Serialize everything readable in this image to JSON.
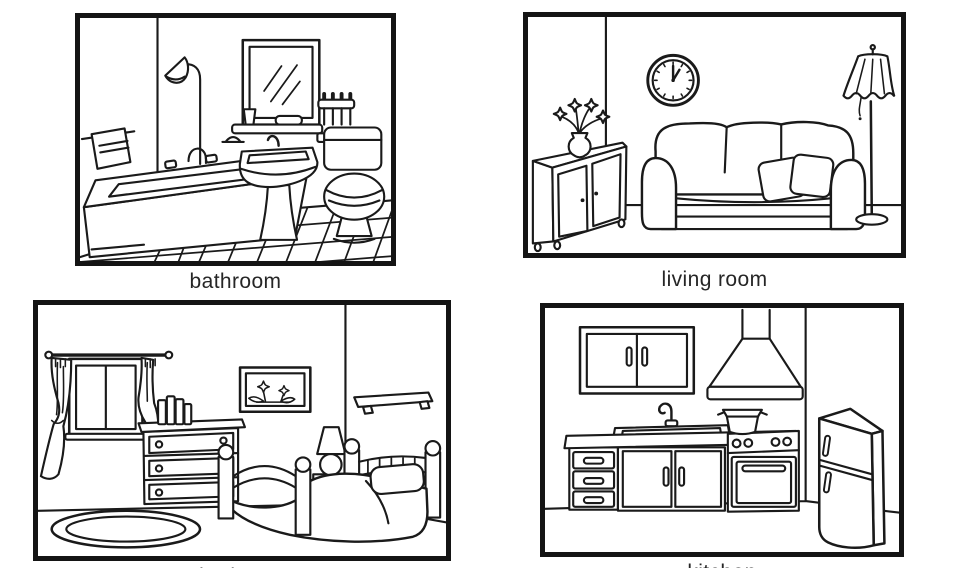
{
  "page": {
    "background_color": "#ffffff",
    "line_color": "#1a1a1a",
    "label_color": "#262626",
    "style": "black-and-white line drawings of rooms with labels"
  },
  "panels": [
    {
      "id": "bathroom",
      "label": "bathroom",
      "objects": [
        "shower",
        "towel",
        "bathtub",
        "faucet",
        "mirror",
        "shelf",
        "cup",
        "soap",
        "toothbrush-holder",
        "pedestal-sink",
        "toilet",
        "tiled-floor"
      ]
    },
    {
      "id": "living-room",
      "label": "living room",
      "objects": [
        "cabinet",
        "vase-of-flowers",
        "wall-clock",
        "sofa",
        "cushions",
        "floor-lamp"
      ]
    },
    {
      "id": "bedroom",
      "label": "bedroom",
      "objects": [
        "window",
        "curtains",
        "framed-picture",
        "wall-shelf",
        "dresser",
        "books",
        "bedside-lamp",
        "bed",
        "pillow",
        "rug"
      ]
    },
    {
      "id": "kitchen",
      "label": "kitchen",
      "objects": [
        "wall-cabinet",
        "extractor-hood",
        "sink",
        "faucet",
        "drawers",
        "cupboard-doors",
        "cooking-pot",
        "stove",
        "oven",
        "refrigerator"
      ]
    }
  ]
}
